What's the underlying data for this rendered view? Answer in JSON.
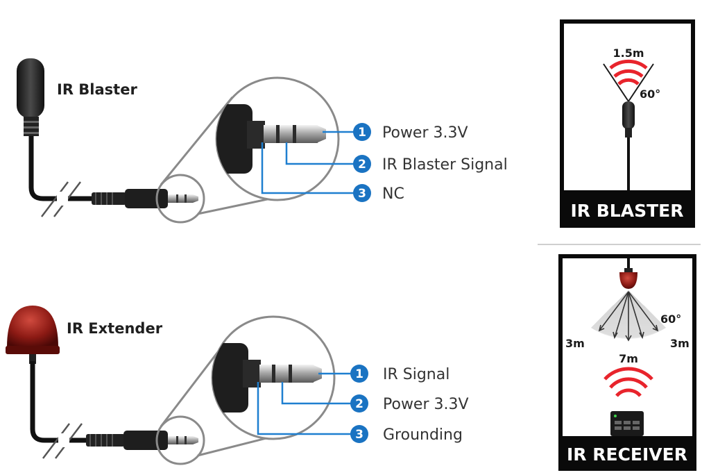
{
  "colors": {
    "wire_blue": "#1e7fd0",
    "badge_blue": "#1a73c2",
    "signal_red": "#e8242c",
    "extender_red": "#8c1a14",
    "panel_black": "#0a0a0a"
  },
  "blaster": {
    "label": "IR Blaster",
    "pins": [
      {
        "num": "1",
        "label": "Power 3.3V"
      },
      {
        "num": "2",
        "label": "IR Blaster Signal"
      },
      {
        "num": "3",
        "label": "NC"
      }
    ]
  },
  "extender": {
    "label": "IR Extender",
    "pins": [
      {
        "num": "1",
        "label": "IR Signal"
      },
      {
        "num": "2",
        "label": "Power 3.3V"
      },
      {
        "num": "3",
        "label": "Grounding"
      }
    ]
  },
  "blaster_panel": {
    "title": "IR BLASTER",
    "distance": "1.5m",
    "angle": "60°"
  },
  "receiver_panel": {
    "title": "IR RECEIVER",
    "angle": "60°",
    "left_distance": "3m",
    "right_distance": "3m",
    "center_distance": "7m"
  }
}
